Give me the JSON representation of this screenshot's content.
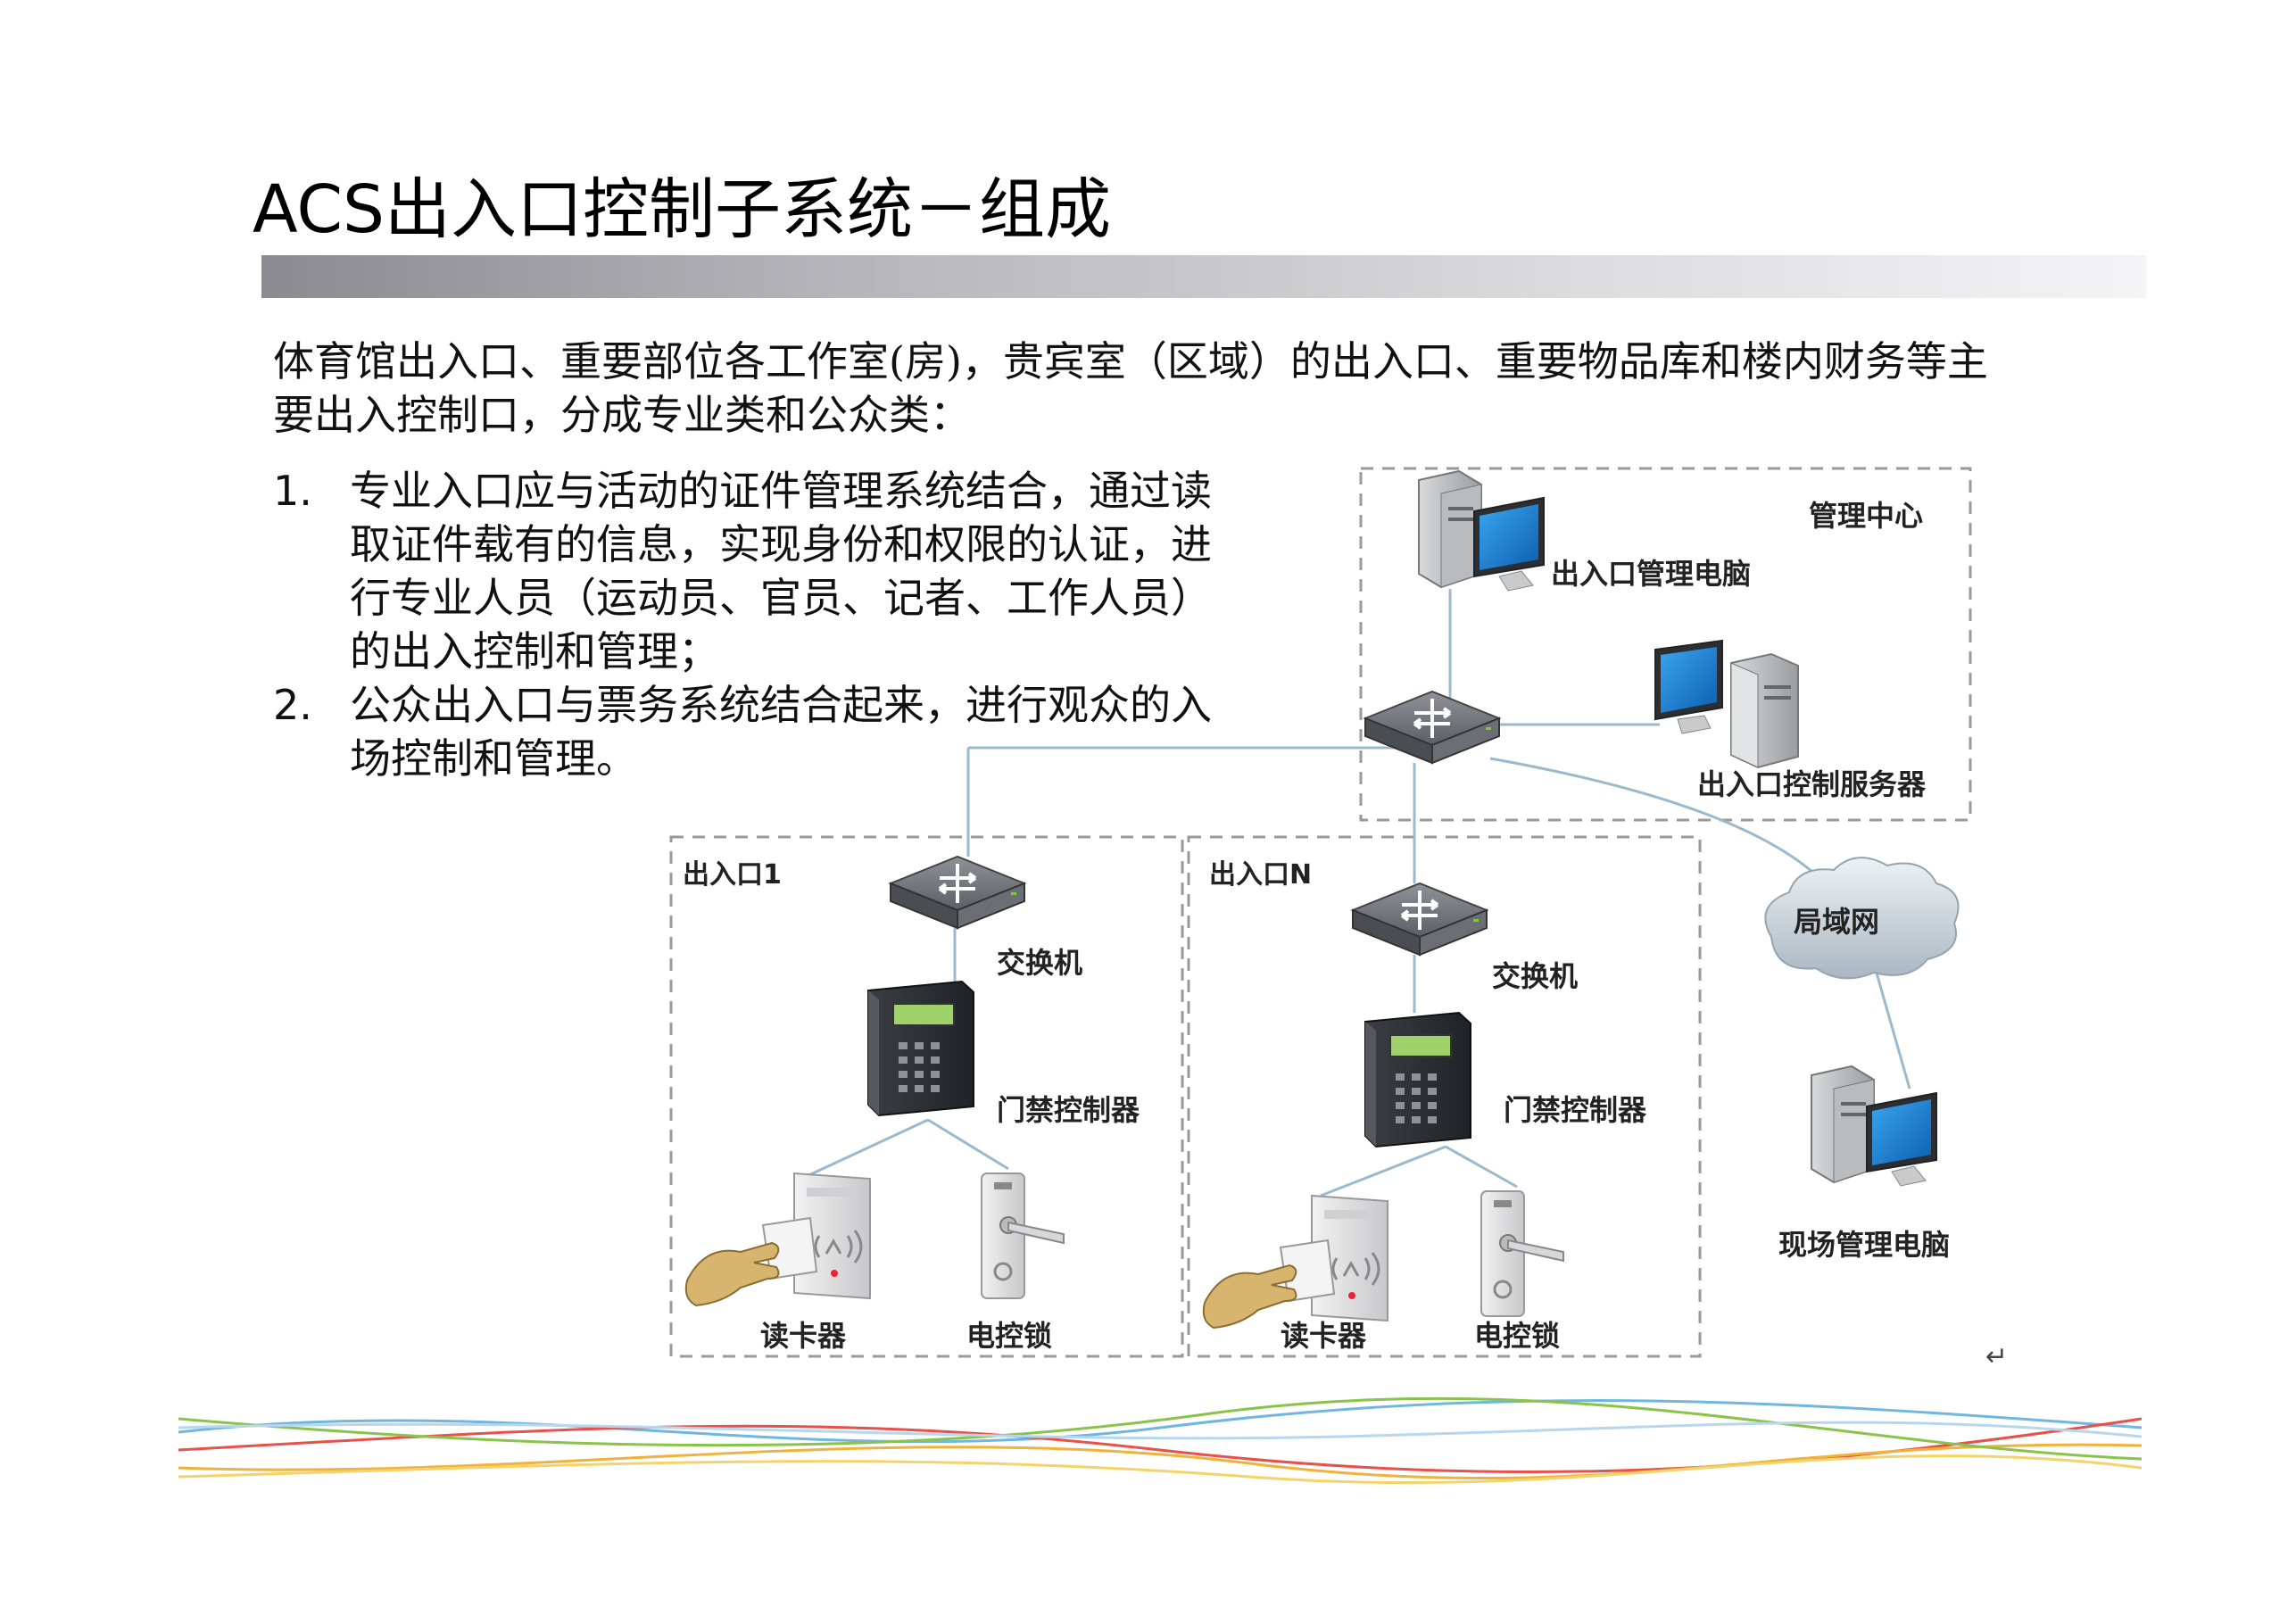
{
  "title": "ACS出入口控制子系统－组成",
  "intro": "体育馆出入口、重要部位各工作室(房)，贵宾室（区域）的出入口、重要物品库和楼内财务等主要出入控制口，分成专业类和公众类：",
  "list": [
    {
      "num": "1.",
      "text": "专业入口应与活动的证件管理系统结合，通过读取证件载有的信息，实现身份和权限的认证，进行专业人员（运动员、官员、记者、工作人员）的出入控制和管理；"
    },
    {
      "num": "2.",
      "text": "公众出入口与票务系统结合起来，进行观众的入场控制和管理。"
    }
  ],
  "diagram": {
    "mgmt_center": "管理中心",
    "mgmt_pc": "出入口管理电脑",
    "control_server": "出入口控制服务器",
    "lan": "局域网",
    "field_pc": "现场管理电脑",
    "entrance_1": "出入口1",
    "entrance_n": "出入口N",
    "switch": "交换机",
    "controller": "门禁控制器",
    "card_reader": "读卡器",
    "electric_lock": "电控锁"
  },
  "return_mark": "↵",
  "colors": {
    "monitor_screen": "#1a7fd4",
    "line": "#9cb8cc",
    "dashed": "#999999"
  }
}
